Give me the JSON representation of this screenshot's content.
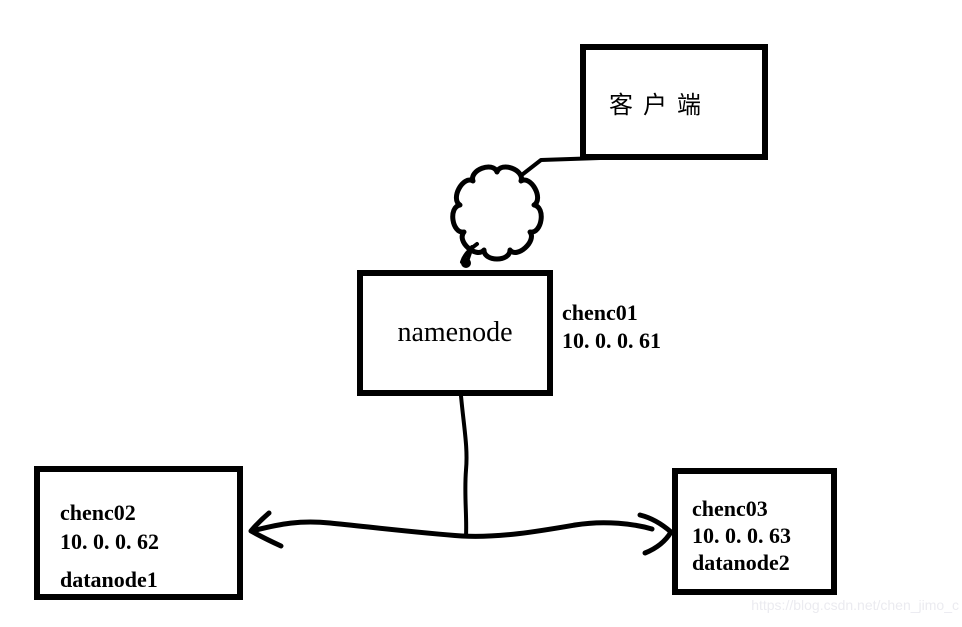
{
  "nodes": {
    "client": {
      "label": "客 户 端"
    },
    "namenode": {
      "label": "namenode",
      "host": "chenc01",
      "ip": "10. 0. 0. 61"
    },
    "datanode1": {
      "host": "chenc02",
      "ip": "10. 0. 0. 62",
      "role": "datanode1"
    },
    "datanode2": {
      "host": "chenc03",
      "ip": "10. 0. 0. 63",
      "role": "datanode2"
    }
  },
  "watermark": "https://blog.csdn.net/chen_jimo_c",
  "colors": {
    "stroke": "#000000",
    "background": "#ffffff",
    "watermark_text": "#ebebf0"
  }
}
